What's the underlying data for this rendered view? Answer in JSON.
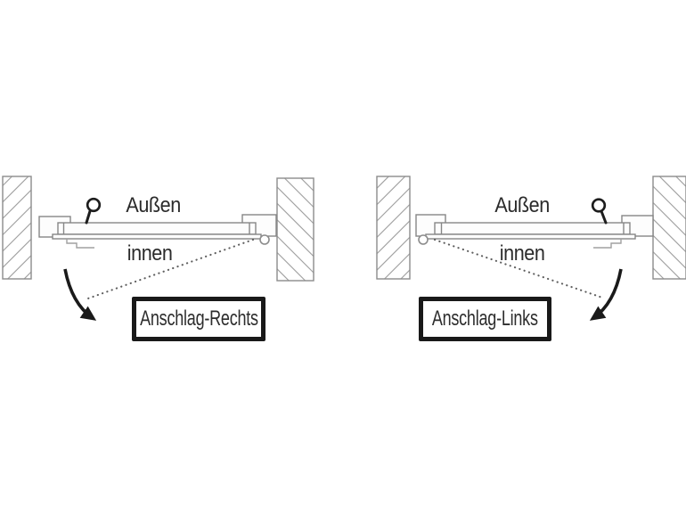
{
  "colors": {
    "background": "#ffffff",
    "line_gray": "#8c8c8c",
    "hatch_gray": "#9b9b9b",
    "detail_gray": "#a0a0a0",
    "ink_black": "#1a1a1a",
    "text_dark": "#2b2b2b"
  },
  "icons": {
    "door_knob": "circle-with-stem",
    "hinge_pivot": "small-circle",
    "swing_arrow": "curved-arrow-with-head",
    "swing_path": "dotted-diagonal-line",
    "wall": "diagonal-hatch-block"
  },
  "diagrams": [
    {
      "id": "hinge-right",
      "outside_label": "Außen",
      "inside_label": "innen",
      "box_label": "Anschlag-Rechts",
      "hinge_side": "right"
    },
    {
      "id": "hinge-left",
      "outside_label": "Außen",
      "inside_label": "innen",
      "box_label": "Anschlag-Links",
      "hinge_side": "left"
    }
  ]
}
